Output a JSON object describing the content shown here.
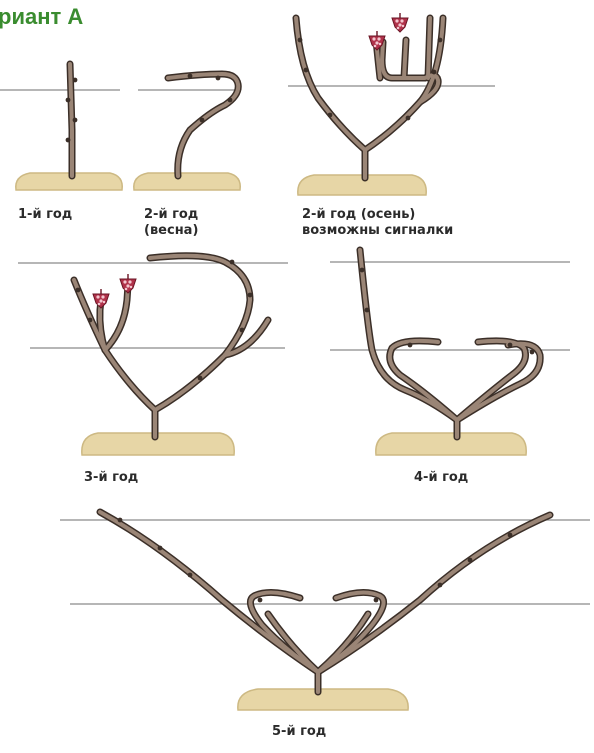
{
  "title": "риант А",
  "labels": {
    "year1": "1-й год",
    "year2_spring_l1": "2-й год",
    "year2_spring_l2": "(весна)",
    "year2_autumn_l1": "2-й год (осень)",
    "year2_autumn_l2": "возможны сигналки",
    "year3": "3-й год",
    "year4": "4-й год",
    "year5": "5-й год"
  },
  "colors": {
    "title": "#3a8c2f",
    "vine": "#6b5a4e",
    "vine_outline": "#3b2f28",
    "soil": "#e7d6a6",
    "soil_edge": "#cdb983",
    "wire": "#8a8a8a",
    "grape": "#b0324a"
  }
}
